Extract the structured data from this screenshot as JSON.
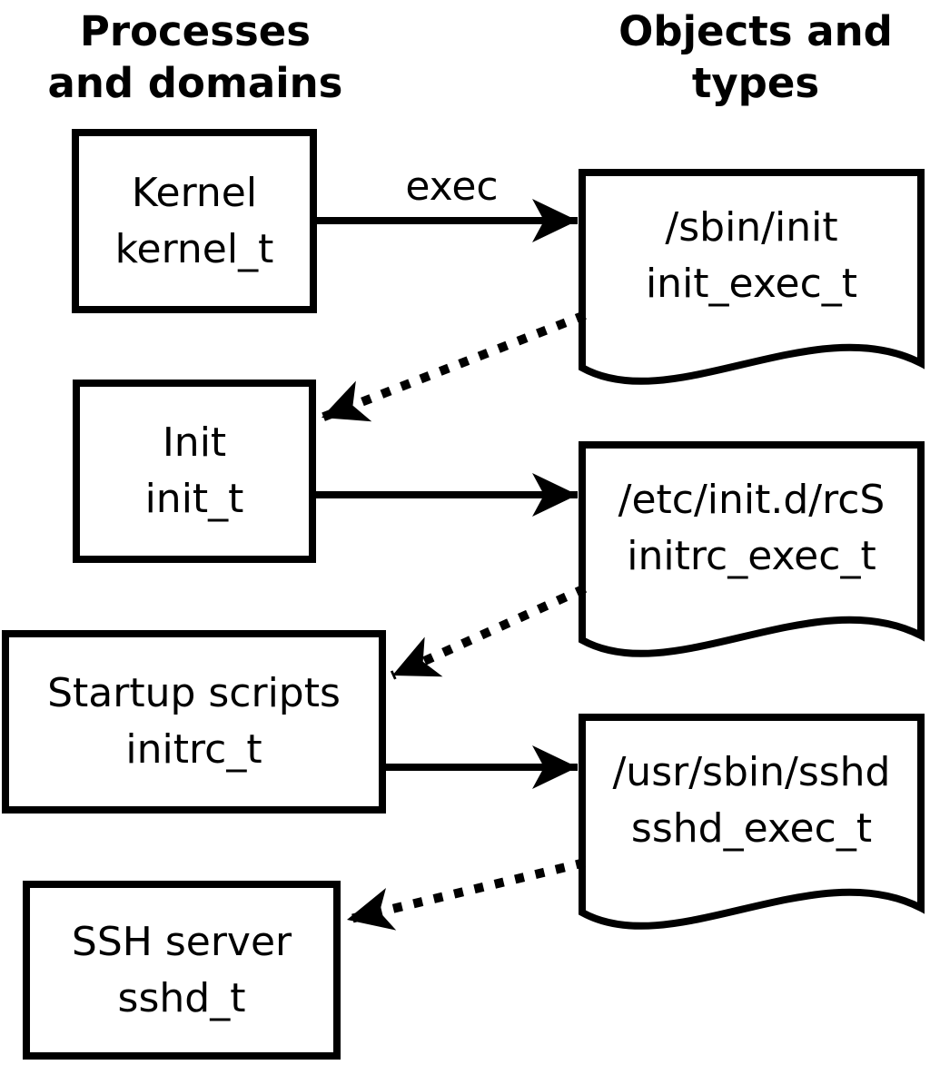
{
  "headers": {
    "left": {
      "lines": [
        "Processes",
        "and domains"
      ]
    },
    "right": {
      "lines": [
        "Objects and",
        "types"
      ]
    }
  },
  "process_nodes": [
    {
      "label": "Kernel",
      "domain": "kernel_t"
    },
    {
      "label": "Init",
      "domain": "init_t"
    },
    {
      "label": "Startup scripts",
      "domain": "initrc_t"
    },
    {
      "label": "SSH server",
      "domain": "sshd_t"
    }
  ],
  "object_nodes": [
    {
      "path": "/sbin/init",
      "type": "init_exec_t"
    },
    {
      "path": "/etc/init.d/rcS",
      "type": "initrc_exec_t"
    },
    {
      "path": "/usr/sbin/sshd",
      "type": "sshd_exec_t"
    }
  ],
  "edges": {
    "solid": [
      {
        "from": "Kernel (kernel_t)",
        "to": "/sbin/init (init_exec_t)",
        "label": "exec",
        "style": "solid"
      },
      {
        "from": "Init (init_t)",
        "to": "/etc/init.d/rcS (initrc_exec_t)",
        "label": "",
        "style": "solid"
      },
      {
        "from": "Startup scripts (initrc_t)",
        "to": "/usr/sbin/sshd (sshd_exec_t)",
        "label": "",
        "style": "solid"
      }
    ],
    "dotted": [
      {
        "from": "/sbin/init (init_exec_t)",
        "to": "Init (init_t)",
        "style": "dotted"
      },
      {
        "from": "/etc/init.d/rcS (initrc_exec_t)",
        "to": "Startup scripts (initrc_t)",
        "style": "dotted"
      },
      {
        "from": "/usr/sbin/sshd (sshd_exec_t)",
        "to": "SSH server (sshd_t)",
        "style": "dotted"
      }
    ]
  },
  "colors": {
    "stroke": "#000000",
    "background": "#ffffff"
  }
}
